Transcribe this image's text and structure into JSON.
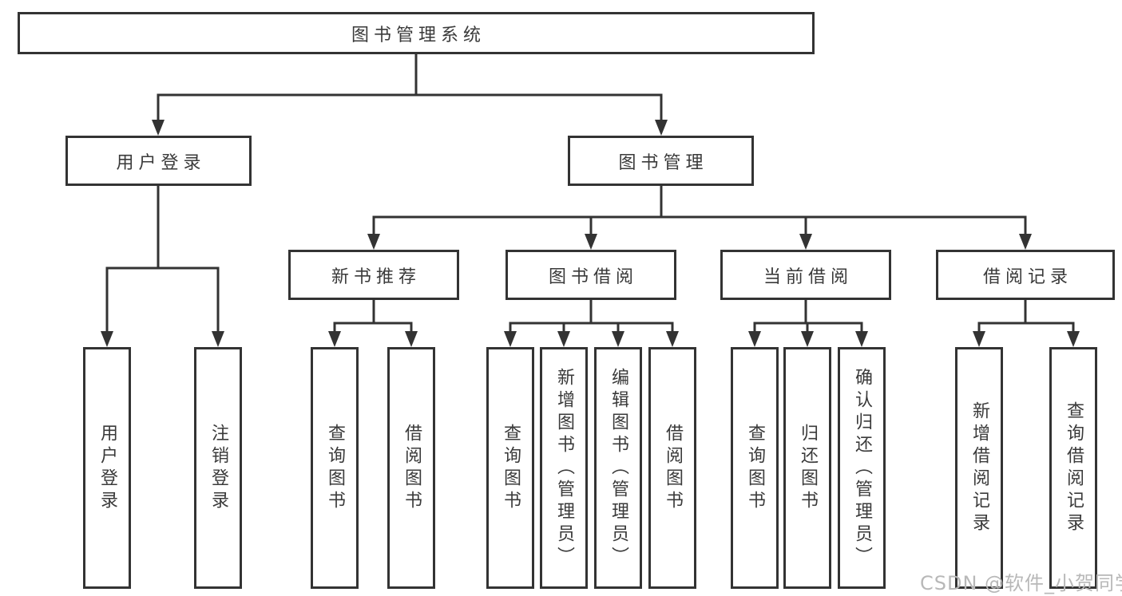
{
  "diagram": {
    "root": {
      "label": "图书管理系统",
      "children": [
        {
          "label": "用户登录",
          "children": [
            {
              "label": "用户登录"
            },
            {
              "label": "注销登录"
            }
          ]
        },
        {
          "label": "图书管理",
          "children": [
            {
              "label": "新书推荐",
              "children": [
                {
                  "label": "查询图书"
                },
                {
                  "label": "借阅图书"
                }
              ]
            },
            {
              "label": "图书借阅",
              "children": [
                {
                  "label": "查询图书"
                },
                {
                  "label": "新增图书（管理员）"
                },
                {
                  "label": "编辑图书（管理员）"
                },
                {
                  "label": "借阅图书"
                }
              ]
            },
            {
              "label": "当前借阅",
              "children": [
                {
                  "label": "查询图书"
                },
                {
                  "label": "归还图书"
                },
                {
                  "label": "确认归还（管理员）"
                }
              ]
            },
            {
              "label": "借阅记录",
              "children": [
                {
                  "label": "新增借阅记录"
                },
                {
                  "label": "查询借阅记录"
                }
              ]
            }
          ]
        }
      ]
    },
    "watermark": "CSDN @软件_小贺同学",
    "colors": {
      "line": "#333333",
      "text": "#3a3a3a",
      "watermark": "#b8b8b8",
      "background": "#ffffff"
    }
  }
}
